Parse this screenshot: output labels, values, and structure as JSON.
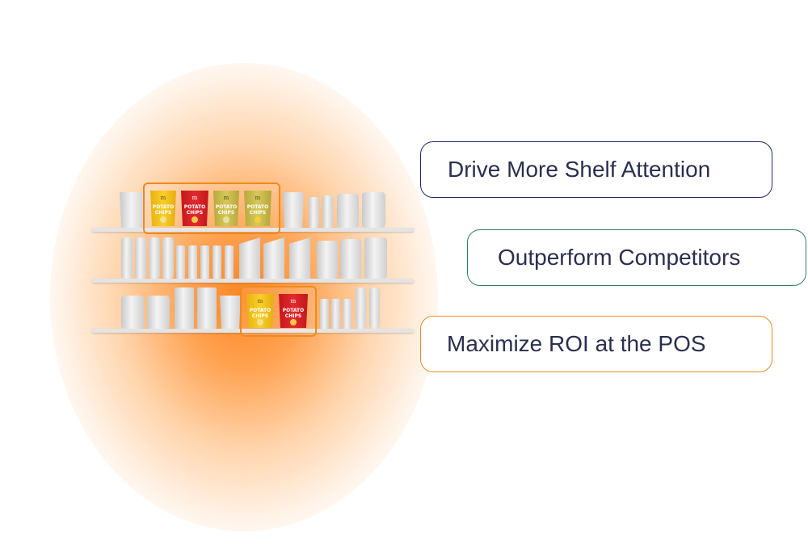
{
  "benefits": [
    {
      "label": "Drive More Shelf Attention",
      "border_color": "#1e2a6b"
    },
    {
      "label": "Outperform Competitors",
      "border_color": "#2d7f60"
    },
    {
      "label": "Maximize ROI at the POS",
      "border_color": "#f08a24"
    }
  ],
  "packs": {
    "brand_mark": "m",
    "line1": "POTATO",
    "line2": "CHIPS"
  },
  "colors": {
    "glow": "#ff7e14",
    "highlight": "#ef8a1e",
    "yellow_pack": "#f4c21a",
    "red_pack": "#d91f26",
    "green_pack": "#cdbd4a"
  }
}
